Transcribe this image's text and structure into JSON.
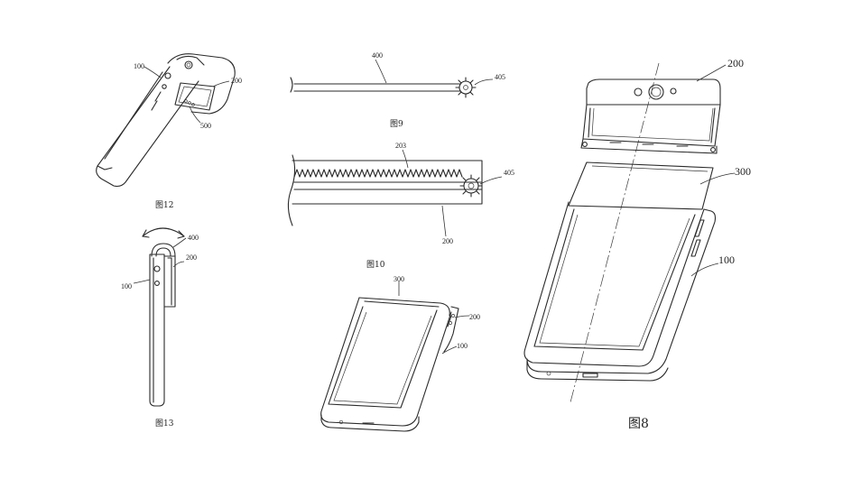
{
  "figures": {
    "fig12": {
      "caption": "图12",
      "labels": {
        "housing": "100",
        "camera_module": "200",
        "rotation_part": "500"
      }
    },
    "fig13": {
      "caption": "图13",
      "labels": {
        "housing": "100",
        "camera_module": "200",
        "hinge": "400"
      }
    },
    "fig9": {
      "caption": "图9",
      "labels": {
        "shaft": "400",
        "gear": "405"
      }
    },
    "fig10": {
      "caption": "图10",
      "labels": {
        "rack": "203",
        "gear": "405",
        "module": "200"
      }
    },
    "fig11": {
      "labels": {
        "flexible_screen": "300",
        "camera_module": "200",
        "housing": "100"
      }
    },
    "fig8": {
      "caption": "图8",
      "labels": {
        "camera_module": "200",
        "flexible_screen": "300",
        "housing": "100"
      }
    }
  }
}
